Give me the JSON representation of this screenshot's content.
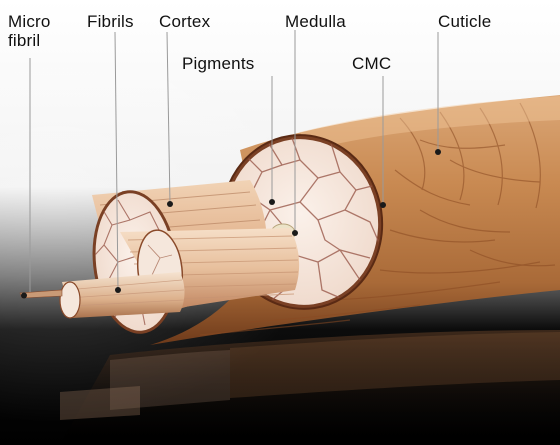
{
  "labels": {
    "microfibril": {
      "line1": "Micro",
      "line2": "fibril"
    },
    "fibrils": "Fibrils",
    "cortex": "Cortex",
    "medulla": "Medulla",
    "cuticle": "Cuticle",
    "pigments": "Pigments",
    "cmc": "CMC"
  },
  "colors": {
    "cuticle_base": "#c98a52",
    "cuticle_dark": "#8a4a22",
    "cortex_fiber": "#e9c6a6",
    "cross_section": "#f5e7dc",
    "cell_lines": "#9a5a4c",
    "leader_line": "#9a9a9a",
    "dot": "#1a1a1a",
    "medulla_core": "#ece3c8"
  }
}
